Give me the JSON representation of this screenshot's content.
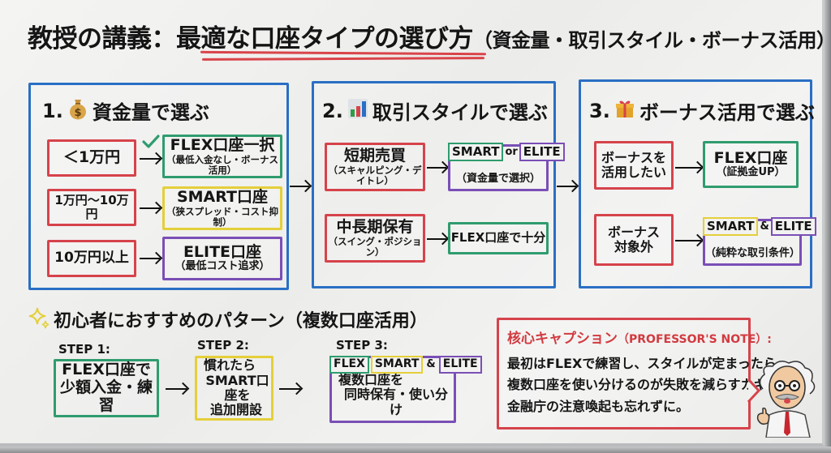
{
  "title": {
    "prefix": "教授の講義：",
    "highlight": "最適な口座タイプの選び方",
    "suffix": "（資金量・取引スタイル・ボーナス活用）"
  },
  "colors": {
    "panel_border": "#2a6fc4",
    "red": "#d6434b",
    "green": "#2f9c6e",
    "yellow": "#e4cf3a",
    "purple": "#7a4fb6",
    "underline": "#d9444a"
  },
  "panels": [
    {
      "number": "1.",
      "icon": "money-bag-icon",
      "title": "資金量で選ぶ",
      "rows": [
        {
          "condition": "＜1万円",
          "result": "FLEX口座一択",
          "note": "（最低入金なし・ボーナス活用）",
          "recommended": true
        },
        {
          "condition": "1万円〜10万円",
          "result": "SMART口座",
          "note": "（狭スプレッド・コスト抑制）"
        },
        {
          "condition": "10万円以上",
          "result": "ELITE口座",
          "note": "（最低コスト追求）"
        }
      ]
    },
    {
      "number": "2.",
      "icon": "bar-chart-icon",
      "title": "取引スタイルで選ぶ",
      "rows": [
        {
          "condition": "短期売買",
          "condition_note": "（スキャルピング・デイトレ）",
          "tag1": "SMART",
          "conj": "or",
          "tag2": "ELITE",
          "note": "（資金量で選択）"
        },
        {
          "condition": "中長期保有",
          "condition_note": "（スイング・ポジション）",
          "result": "FLEX口座で十分"
        }
      ]
    },
    {
      "number": "3.",
      "icon": "gift-icon",
      "title": "ボーナス活用で選ぶ",
      "rows": [
        {
          "condition_line1": "ボーナスを",
          "condition_line2": "活用したい",
          "result": "FLEX口座",
          "note": "（証拠金UP）"
        },
        {
          "condition_line1": "ボーナス",
          "condition_line2": "対象外",
          "tag1": "SMART",
          "conj": "&",
          "tag2": "ELITE",
          "note": "（純粋な取引条件）"
        }
      ]
    }
  ],
  "beginner": {
    "icon": "sparkle-icon",
    "title": "初心者におすすめのパターン（複数口座活用）",
    "steps": [
      {
        "label": "STEP 1:",
        "line1": "FLEX口座で",
        "line2": "少額入金・練習"
      },
      {
        "label": "STEP 2:",
        "line1": "慣れたら",
        "line2": "SMART口座を",
        "line3": "追加開設"
      },
      {
        "label": "STEP 3:",
        "tag1": "FLEX",
        "tag2": "SMART",
        "conj": "&",
        "tag3": "ELITE",
        "line1": "複数口座を",
        "line2": "同時保有・使い分け"
      }
    ]
  },
  "note": {
    "title": "核心キャプション",
    "title_en": "（PROFESSOR'S NOTE）:",
    "lines": [
      "最初はFLEXで練習し、スタイルが定まったら",
      "複数口座を使い分けるのが失敗を減らすカギ!",
      "金融庁の注意喚起も忘れずに。"
    ]
  }
}
